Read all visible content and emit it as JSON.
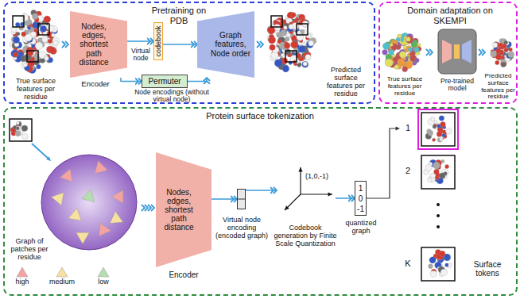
{
  "diagram": {
    "nodes": [
      {
        "text": [
          "Pretraining on PDB"
        ]
      },
      {
        "text": [
          "Nodes, edges, shortest path distance"
        ],
        "in": 0
      },
      {
        "text": [
          "codebook"
        ],
        "in": 0
      },
      {
        "text": [
          "Permuter"
        ],
        "in": 0
      },
      {
        "text": [
          "Graph features, Node order"
        ],
        "in": 0
      },
      {
        "text": [
          "Domain adaptation on SKEMPI"
        ]
      },
      {
        "text": [
          "Pre-trained model"
        ],
        "in": 5
      },
      {
        "text": [
          "Protein surface tokenization"
        ]
      },
      {
        "text": [
          "Nodes, edges, shortest path distance"
        ],
        "in": 7
      },
      {
        "text": [
          "Virtual node encoding (encoded graph)"
        ],
        "in": 7
      },
      {
        "text": [
          "(1,0,-1)",
          "Codebook generation by Finite Scale Quantization"
        ],
        "in": 7
      },
      {
        "text": [
          "1",
          "0",
          "-1",
          "quantized graph"
        ],
        "in": 7
      }
    ],
    "edges": [
      {
        "from": 1,
        "to": 2,
        "arrow": "to"
      },
      {
        "from": 2,
        "to": 4,
        "arrow": "to"
      },
      {
        "from": 1,
        "to": 3,
        "arrow": "to"
      },
      {
        "from": 3,
        "to": 4,
        "arrow": "to"
      },
      {
        "from": 8,
        "to": 9,
        "arrow": "to"
      },
      {
        "from": 9,
        "to": 10,
        "arrow": "to"
      },
      {
        "from": 10,
        "to": 11,
        "arrow": "to"
      }
    ],
    "labels": [
      "True surface features per residue",
      "Encoder",
      "Virtual node",
      "Node encodings (without virtual node)",
      "Predicted surface features per residue",
      "True surface features per residue",
      "Predicted surface features per residue",
      "Graph of patches per residue",
      "Encoder",
      "1",
      "2",
      "K",
      "Surface tokens"
    ],
    "legend": [
      {
        "text": "high",
        "color": "#f4a3a3"
      },
      {
        "text": "medium",
        "color": "#f7e0a0"
      },
      {
        "text": "low",
        "color": "#b5deb0"
      }
    ]
  }
}
